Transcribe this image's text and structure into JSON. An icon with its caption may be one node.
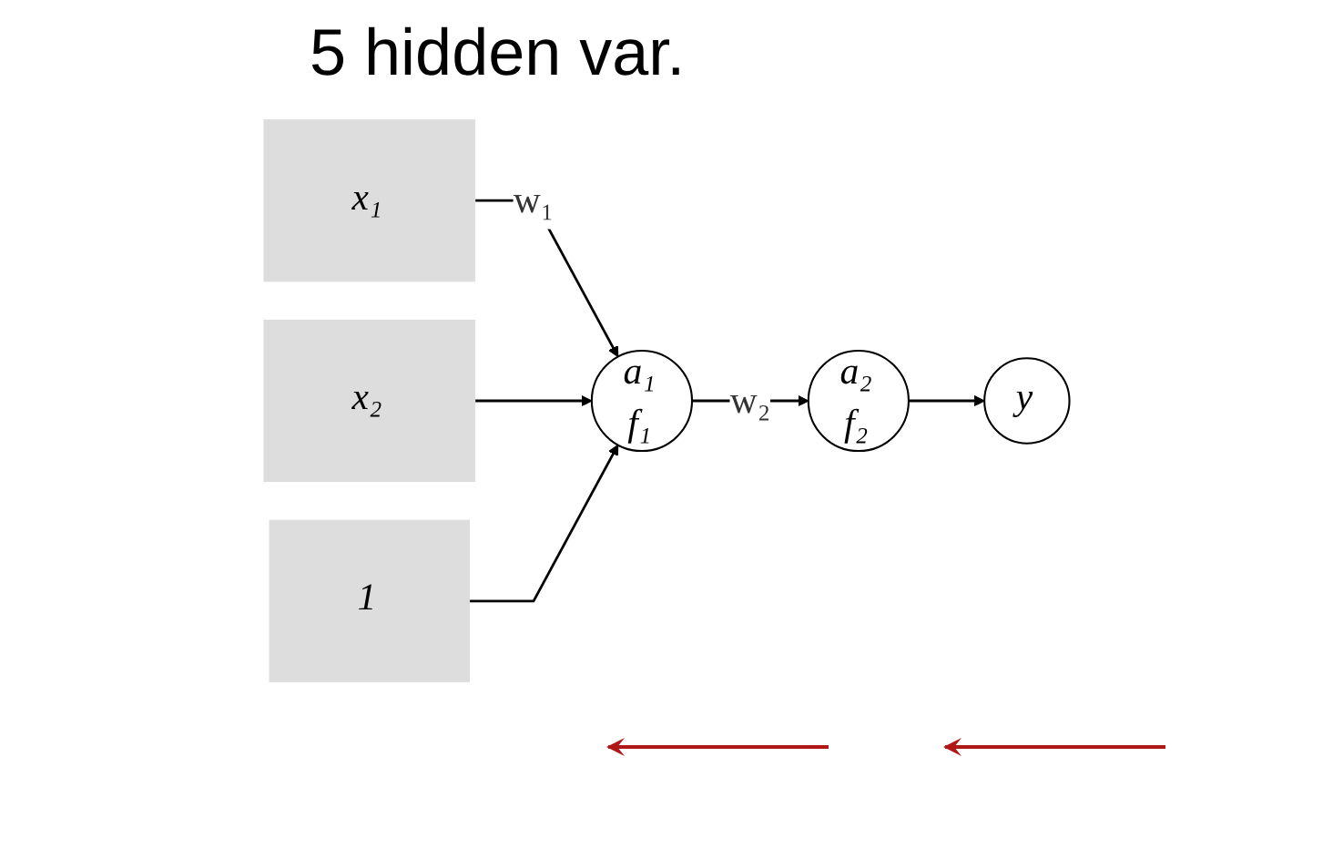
{
  "diagram": {
    "nodes": [
      {
        "text": [
          "x₁"
        ]
      },
      {
        "text": [
          "x₂"
        ]
      },
      {
        "text": [
          "1"
        ]
      },
      {
        "text": [
          "a₁",
          "f₁"
        ]
      },
      {
        "text": [
          "a₂",
          "f₂"
        ]
      },
      {
        "text": [
          "y"
        ]
      }
    ],
    "edges": [
      {
        "from": 0,
        "to": 3,
        "arrow": "to",
        "label": "w₁"
      },
      {
        "from": 1,
        "to": 3,
        "arrow": "to"
      },
      {
        "from": 2,
        "to": 3,
        "arrow": "to"
      },
      {
        "from": 3,
        "to": 4,
        "arrow": "to",
        "label": "w₂"
      },
      {
        "from": 4,
        "to": 5,
        "arrow": "to"
      }
    ],
    "labels": [
      "5 hidden var."
    ]
  }
}
